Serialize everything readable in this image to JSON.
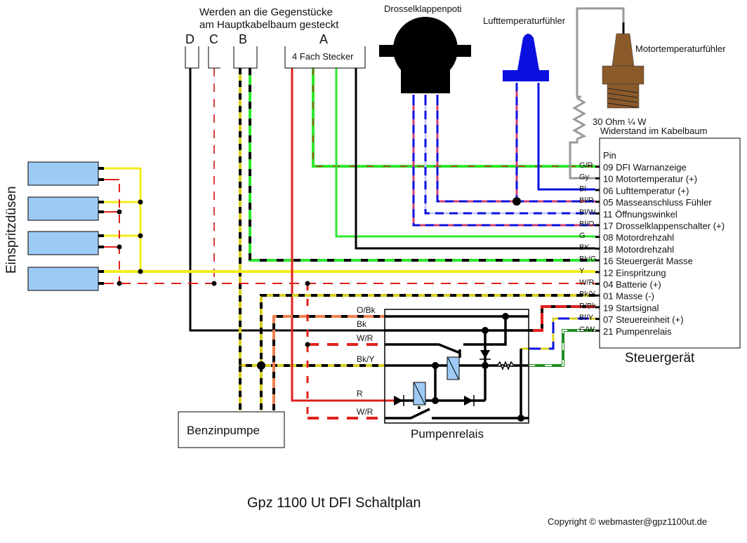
{
  "title": "Gpz 1100 Ut DFI Schaltplan",
  "copyright": "Copyright © webmaster@gpz1100ut.de",
  "header_note": {
    "line1": "Werden an die Gegenstücke",
    "line2": "am Hauptkabelbaum gesteckt"
  },
  "connectors": {
    "D": "D",
    "C": "C",
    "B": "B",
    "A": "A",
    "A_label": "4 Fach Stecker"
  },
  "components": {
    "throttle_pot": "Drosselklappenpoti",
    "air_temp": "Lufttemperaturfühler",
    "engine_temp": "Motortemperaturfühler",
    "resistor_line1": "30 Ohm ¼ W",
    "resistor_line2": "Widerstand im Kabelbaum",
    "injectors": "Einspritzdüsen",
    "fuel_pump": "Benzinpumpe",
    "pump_relay": "Pumpenrelais",
    "ecu": "Steuergerät"
  },
  "ecu_pins": {
    "header": "Pin",
    "rows": [
      {
        "wire": "G/R",
        "pin": "09 DFI Warnanzeige"
      },
      {
        "wire": "Gy",
        "pin": "10 Motortemperatur (+)"
      },
      {
        "wire": "Bl",
        "pin": "06 Lufttemperatur (+)"
      },
      {
        "wire": "Bl/R",
        "pin": "05 Masseanschluss Fühler"
      },
      {
        "wire": "Bl/W",
        "pin": "11 Öffnungswinkel"
      },
      {
        "wire": "Bl/O",
        "pin": "17 Drosselklappenschalter (+)"
      },
      {
        "wire": "G",
        "pin": "08 Motordrehzahl"
      },
      {
        "wire": "BK",
        "pin": "18 Motordrehzahl"
      },
      {
        "wire": "Bk/G",
        "pin": "16 Steuergerät Masse"
      },
      {
        "wire": "Y",
        "pin": "12 Einspritzung"
      },
      {
        "wire": "W/R",
        "pin": "04 Batterie (+)"
      },
      {
        "wire": "Bk/Y",
        "pin": "01 Masse (-)"
      },
      {
        "wire": "R/Bk",
        "pin": "19 Startsignal"
      },
      {
        "wire": "Bl/Y",
        "pin": "07 Steuereinheit (+)"
      },
      {
        "wire": "G/W",
        "pin": "21 Pumpenrelais"
      }
    ]
  },
  "relay_wires": [
    "O/Bk",
    "Bk",
    "W/R",
    "Bk/Y",
    "R",
    "W/R"
  ],
  "colors": {
    "black": "#000000",
    "red": "#e0201a",
    "green": "#2ee82e",
    "darkgreen": "#1f8a1f",
    "blue": "#0a10e0",
    "yellow": "#f5ec1a",
    "orange": "#f08050",
    "brown": "#a05a20",
    "pink": "#d04070",
    "grey": "#9a9a9a",
    "injector": "#9ecbf5",
    "sensor_brown": "#8b5a2b"
  }
}
